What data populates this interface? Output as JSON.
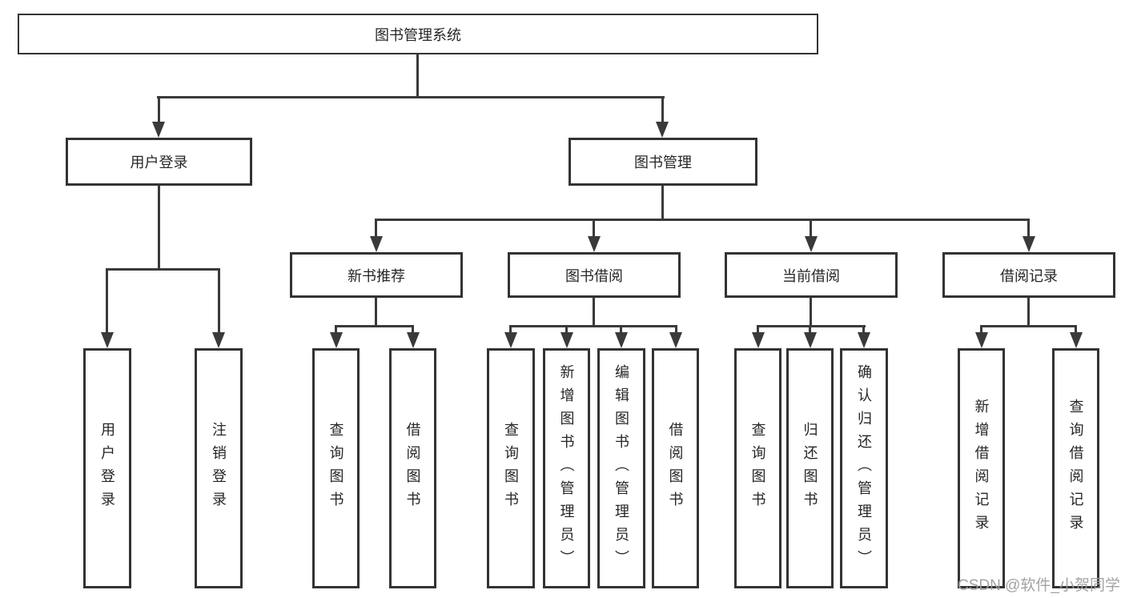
{
  "diagram": {
    "root": "图书管理系统",
    "level2": [
      "用户登录",
      "图书管理"
    ],
    "level3": [
      "新书推荐",
      "图书借阅",
      "当前借阅",
      "借阅记录"
    ],
    "leaves": [
      "用户登录",
      "注销登录",
      "查询图书",
      "借阅图书",
      "查询图书",
      "新增图书（管理员）",
      "编辑图书（管理员）",
      "借阅图书",
      "查询图书",
      "归还图书",
      "确认归还（管理员）",
      "新增借阅记录",
      "查询借阅记录"
    ]
  },
  "watermark": "CSDN @软件_小贺同学",
  "colors": {
    "line": "#3a3a3a",
    "box_border": "#333333",
    "box_bg": "#ffffff",
    "text": "#262626",
    "watermark": "#9e9e9e"
  }
}
